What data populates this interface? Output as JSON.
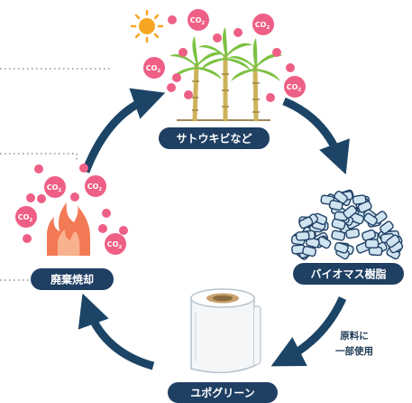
{
  "stages": {
    "sugarcane": "サトウキビなど",
    "biomass": "バイオマス樹脂",
    "yupo": "ユポグリーン",
    "incineration": "廃棄焼却"
  },
  "note": {
    "line1": "原料に",
    "line2": "一部使用"
  },
  "co2": {
    "main": "CO",
    "sub": "2"
  },
  "colors": {
    "navy": "#1b4466",
    "pill": "#1f3f63",
    "co2": "#ee5f86",
    "co2_light": "#f3a6bd",
    "leaf": "#7cc241",
    "stalk": "#cdb35b",
    "sun": "#f6a623",
    "flame": "#f27a55",
    "resin": "#cfe3f0"
  },
  "icons": [
    "sun-icon",
    "sugarcane-icon",
    "resin-pellets-icon",
    "paper-roll-icon",
    "fire-icon"
  ]
}
